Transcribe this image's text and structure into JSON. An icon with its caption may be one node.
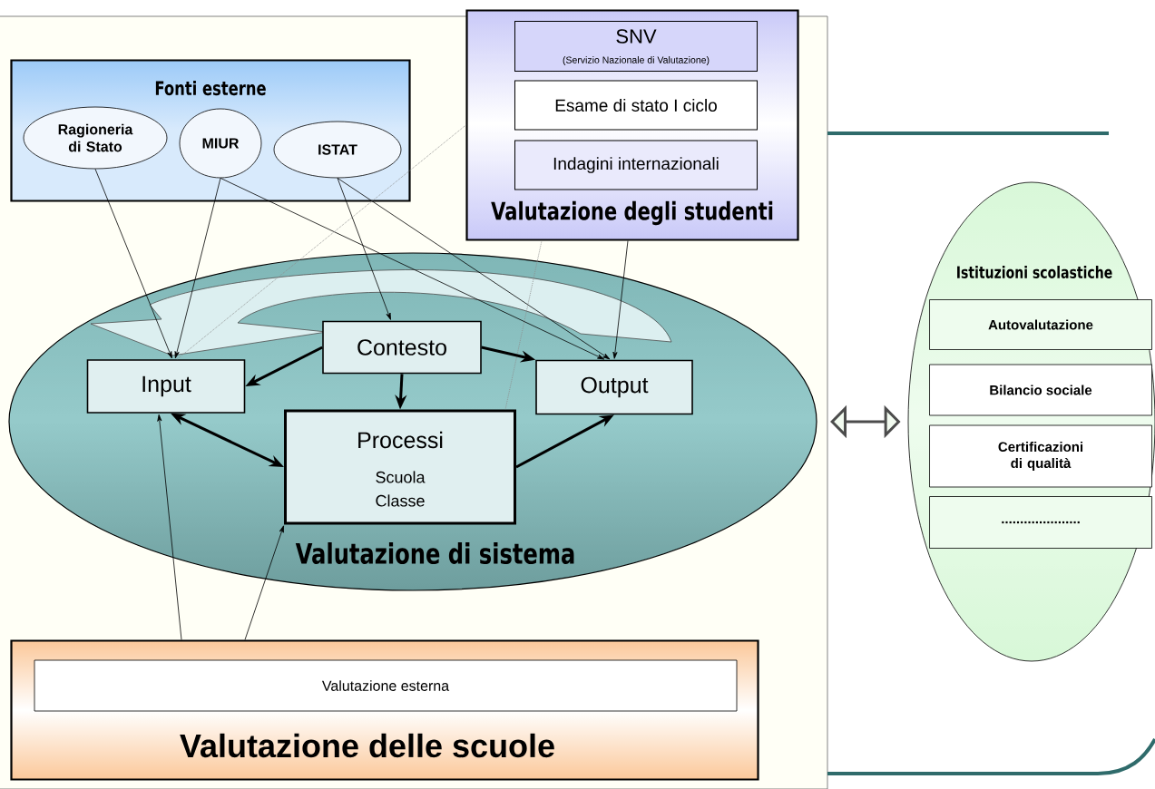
{
  "diagram": {
    "nodes": [
      {
        "text": [
          "Fonti esterne"
        ]
      },
      {
        "text": [
          "Ragioneria di Stato"
        ],
        "in": 0
      },
      {
        "text": [
          "MIUR"
        ],
        "in": 0
      },
      {
        "text": [
          "ISTAT"
        ],
        "in": 0
      },
      {
        "text": [
          "Valutazione degli studenti"
        ]
      },
      {
        "text": [
          "SNV",
          "(Servizio Nazionale di Valutazione)"
        ],
        "in": 4
      },
      {
        "text": [
          "Esame di stato I ciclo"
        ],
        "in": 4
      },
      {
        "text": [
          "Indagini internazionali"
        ],
        "in": 4
      },
      {
        "text": [
          "Valutazione di sistema"
        ]
      },
      {
        "text": [
          "Contesto"
        ],
        "in": 8
      },
      {
        "text": [
          "Input"
        ],
        "in": 8
      },
      {
        "text": [
          "Output"
        ],
        "in": 8
      },
      {
        "text": [
          "Processi",
          "Scuola Classe"
        ],
        "in": 8
      },
      {
        "text": [
          "Valutazione delle scuole"
        ]
      },
      {
        "text": [
          "Valutazione esterna"
        ],
        "in": 13
      },
      {
        "text": [
          "Istituzioni scolastiche"
        ]
      },
      {
        "text": [
          "Autovalutazione"
        ],
        "in": 15
      },
      {
        "text": [
          "Bilancio sociale"
        ],
        "in": 15
      },
      {
        "text": [
          "Certificazioni di qualità"
        ],
        "in": 15
      },
      {
        "text": [
          "....................."
        ],
        "in": 15
      }
    ],
    "edges": [
      {
        "from": 1,
        "to": 10,
        "arrow": "to"
      },
      {
        "from": 2,
        "to": 10,
        "arrow": "to"
      },
      {
        "from": 2,
        "to": 11,
        "arrow": "to"
      },
      {
        "from": 3,
        "to": 9,
        "arrow": "to"
      },
      {
        "from": 3,
        "to": 11,
        "arrow": "to"
      },
      {
        "from": 4,
        "to": 11,
        "arrow": "to"
      },
      {
        "from": 4,
        "to": 10,
        "arrow": "none",
        "style": "dashed",
        "color": "#8c8c8c"
      },
      {
        "from": 4,
        "to": 12,
        "arrow": "none",
        "style": "dashed",
        "color": "#8c8c8c"
      },
      {
        "from": 9,
        "to": 10,
        "arrow": "to",
        "style": "thick"
      },
      {
        "from": 9,
        "to": 11,
        "arrow": "to",
        "style": "thick"
      },
      {
        "from": 9,
        "to": 12,
        "arrow": "to",
        "style": "thick"
      },
      {
        "from": 10,
        "to": 12,
        "arrow": "both",
        "style": "thick"
      },
      {
        "from": 12,
        "to": 11,
        "arrow": "to",
        "style": "thick"
      },
      {
        "from": 13,
        "to": 10,
        "arrow": "to"
      },
      {
        "from": 13,
        "to": 12,
        "arrow": "to"
      },
      {
        "from": null,
        "to": 15,
        "arrow": "both",
        "style": "thick"
      }
    ]
  }
}
